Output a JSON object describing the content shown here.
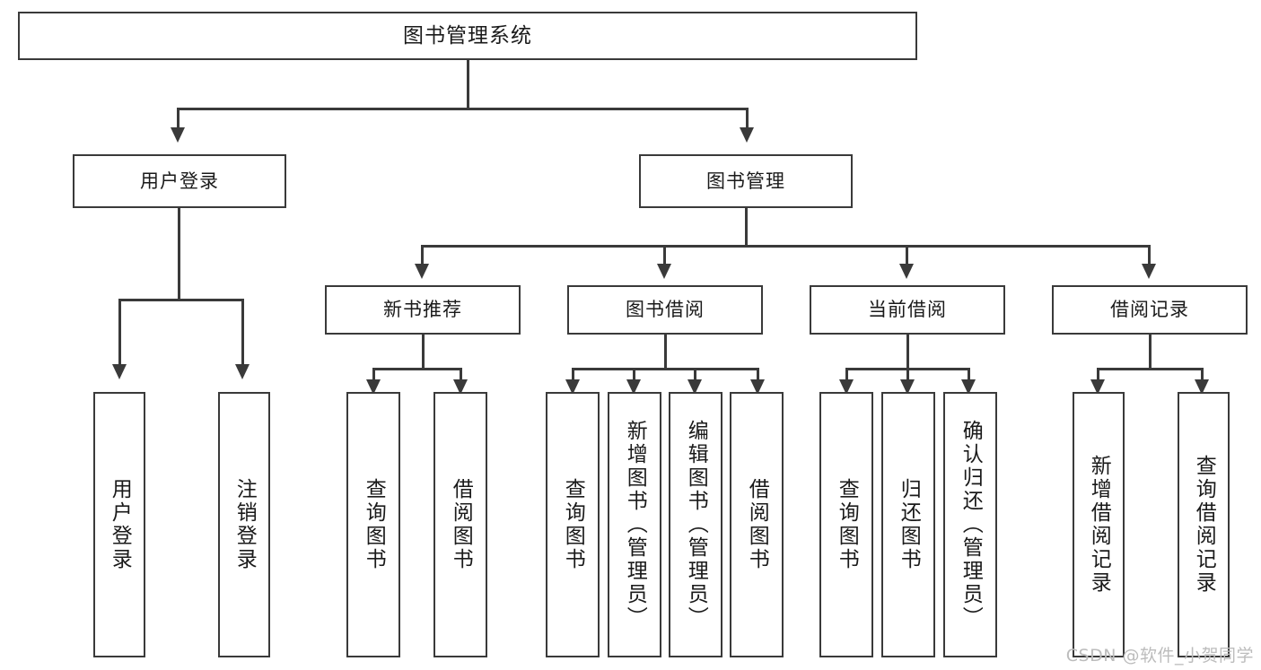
{
  "diagram": {
    "type": "tree",
    "title": "图书管理系统",
    "watermark": "CSDN @软件_小贺同学",
    "colors": {
      "background": "#ffffff",
      "stroke": "#3a3a3a",
      "text": "#1a1a1a",
      "watermark": "#bcbcbc"
    },
    "nodes": {
      "root": {
        "label": "图书管理系统",
        "level": 0
      },
      "l1": [
        {
          "id": "user-login",
          "label": "用户登录"
        },
        {
          "id": "book-manage",
          "label": "图书管理"
        }
      ],
      "l2": [
        {
          "id": "new-book-recommend",
          "label": "新书推荐"
        },
        {
          "id": "book-borrow",
          "label": "图书借阅"
        },
        {
          "id": "current-borrow",
          "label": "当前借阅"
        },
        {
          "id": "borrow-record",
          "label": "借阅记录"
        }
      ],
      "leaves": {
        "user-login": [
          {
            "id": "leaf-user-login",
            "label": "用户登录"
          },
          {
            "id": "leaf-logout",
            "label": "注销登录"
          }
        ],
        "new-book-recommend": [
          {
            "id": "leaf-query-book-1",
            "label": "查询图书"
          },
          {
            "id": "leaf-borrow-book-1",
            "label": "借阅图书"
          }
        ],
        "book-borrow": [
          {
            "id": "leaf-query-book-2",
            "label": "查询图书"
          },
          {
            "id": "leaf-add-book",
            "label": "新增图书（管理员）"
          },
          {
            "id": "leaf-edit-book",
            "label": "编辑图书（管理员）"
          },
          {
            "id": "leaf-borrow-book-2",
            "label": "借阅图书"
          }
        ],
        "current-borrow": [
          {
            "id": "leaf-query-book-3",
            "label": "查询图书"
          },
          {
            "id": "leaf-return-book",
            "label": "归还图书"
          },
          {
            "id": "leaf-confirm-return",
            "label": "确认归还（管理员）"
          }
        ],
        "borrow-record": [
          {
            "id": "leaf-add-record",
            "label": "新增借阅记录"
          },
          {
            "id": "leaf-query-record",
            "label": "查询借阅记录"
          }
        ]
      }
    }
  }
}
